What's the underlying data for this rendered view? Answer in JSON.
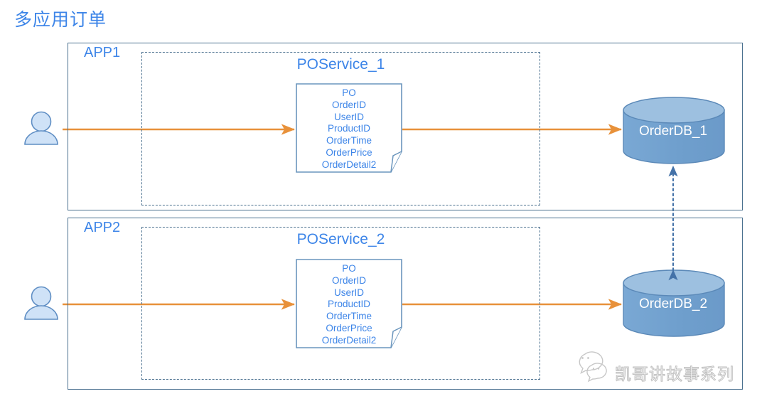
{
  "title": "多应用订单",
  "colors": {
    "title_blue": "#3d85e8",
    "panel_border": "#4a708f",
    "arrow_orange": "#E8913A",
    "db_fill": "#6f9fcd",
    "db_top_fill": "#9dc0e0",
    "note_border": "#6a95bd",
    "sync_arrow_blue": "#4472a8",
    "user_icon_fill": "#cfe2f7",
    "user_icon_stroke": "#5f8ec4"
  },
  "panels": [
    {
      "id": "app1",
      "label": "APP1",
      "service": {
        "title": "POService_1",
        "note_name": "po-note",
        "note_lines": [
          "PO",
          "OrderID",
          "UserID",
          "ProductID",
          "OrderTime",
          "OrderPrice",
          "OrderDetail2"
        ]
      },
      "database": {
        "label": "OrderDB_1"
      },
      "actor": {
        "name": "user-actor"
      }
    },
    {
      "id": "app2",
      "label": "APP2",
      "service": {
        "title": "POService_2",
        "note_name": "po-note",
        "note_lines": [
          "PO",
          "OrderID",
          "UserID",
          "ProductID",
          "OrderTime",
          "OrderPrice",
          "OrderDetail2"
        ]
      },
      "database": {
        "label": "OrderDB_2"
      },
      "actor": {
        "name": "user-actor"
      }
    }
  ],
  "connections": [
    {
      "name": "user-to-service-1",
      "style": "solid",
      "color": "#E8913A",
      "direction": "right"
    },
    {
      "name": "service-to-db-1",
      "style": "solid",
      "color": "#E8913A",
      "direction": "right"
    },
    {
      "name": "user-to-service-2",
      "style": "solid",
      "color": "#E8913A",
      "direction": "right"
    },
    {
      "name": "service-to-db-2",
      "style": "solid",
      "color": "#E8913A",
      "direction": "right"
    },
    {
      "name": "db-sync-link",
      "style": "dotted",
      "color": "#4472a8",
      "direction": "both"
    }
  ],
  "watermark": {
    "text": "凯哥讲故事系列",
    "icon": "wechat-icon"
  }
}
